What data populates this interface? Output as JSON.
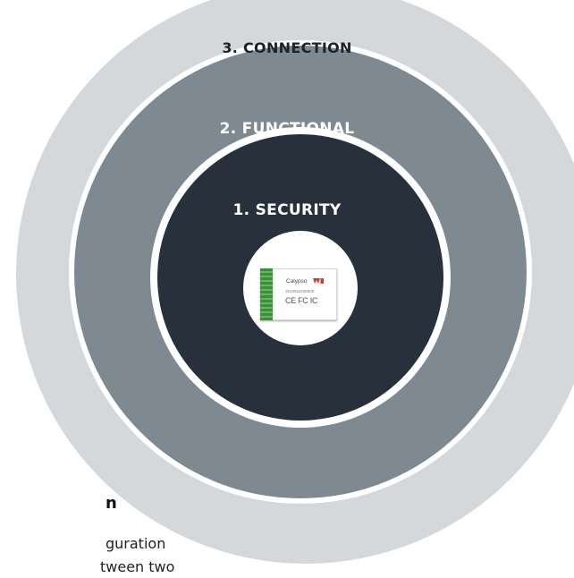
{
  "diagram": {
    "rings": {
      "outer": {
        "label": "3. CONNECTION",
        "color": "#d4d8db"
      },
      "middle": {
        "label": "2. FUNCTIONAL",
        "color": "#7e8992"
      },
      "inner": {
        "label": "1. SECURITY",
        "color": "#28313b"
      }
    },
    "module": {
      "name": "Calypso",
      "part_number": "2610011025000",
      "certification_marks": "CE FC IC"
    }
  },
  "side_text": {
    "heading": "n",
    "line_1": "guration",
    "line_2": "tween two"
  }
}
